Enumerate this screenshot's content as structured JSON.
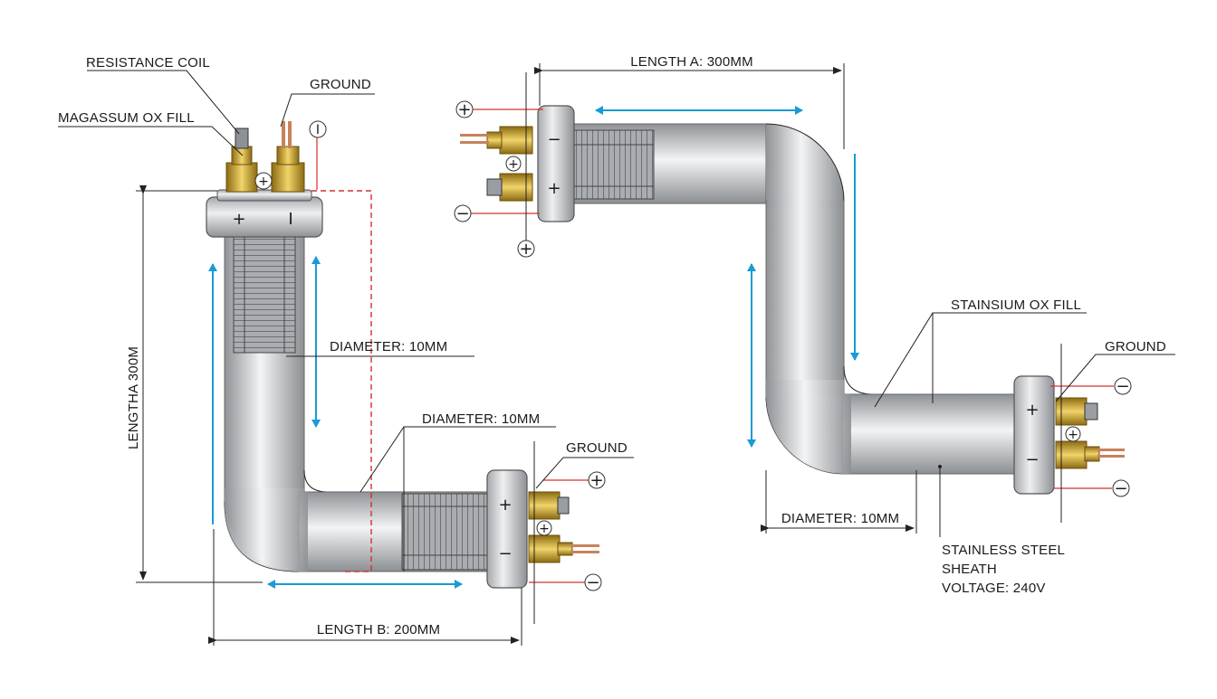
{
  "left_heater": {
    "labels": {
      "resistance_coil": "RESISTANCE COIL",
      "ground_top": "GROUND",
      "magnesium_fill": "MAGASSUM OX FILL",
      "vertical_length": "LENGTHA 300M",
      "diameter_upper": "DIAMETER: 10MM",
      "diameter_lower": "DIAMETER: 10MM",
      "ground_bottom": "GROUND",
      "length_b": "LENGTH B: 200MM"
    },
    "symbols": {
      "flange_top_left": "+",
      "flange_top_right": "I",
      "terminal_mid": "+",
      "top_right_circle": "I",
      "flange_bottom_top": "+",
      "flange_bottom_bottom": "−",
      "wire_plus": "+",
      "wire_mid": "+",
      "wire_minus": "−"
    }
  },
  "right_heater": {
    "labels": {
      "length_a": "LENGTH A: 300MM",
      "stainsium_fill": "STAINSIUM OX FILL",
      "ground": "GROUND",
      "diameter": "DIAMETER: 10MM",
      "sheath_line1": "STAINLESS STEEL",
      "sheath_line2": "SHEATH",
      "voltage": "VOLTAGE: 240V"
    },
    "symbols": {
      "wire_top_plus": "+",
      "wire_mid_plus": "+",
      "wire_minus": "−",
      "wire_bottom_plus": "+",
      "flange_left_top": "−",
      "flange_left_bottom": "+",
      "flange_right_top": "+",
      "flange_right_bottom": "−",
      "wire_r_minus_top": "−",
      "wire_r_mid_plus": "+",
      "wire_r_minus_bottom": "−"
    }
  },
  "colors": {
    "tube": "#c4c6c8",
    "brass": "#c9a632",
    "copper": "#c8825a",
    "arrow": "#1a9ad6",
    "wire": "#d43030"
  }
}
